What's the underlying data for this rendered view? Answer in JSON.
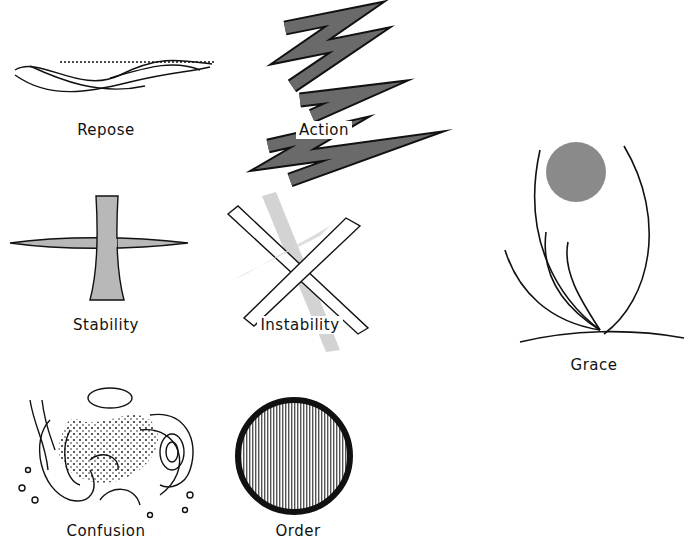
{
  "diagram": {
    "labels": [
      "Repose",
      "Action",
      "Stability",
      "Instability",
      "Grace",
      "Confusion",
      "Order"
    ]
  }
}
